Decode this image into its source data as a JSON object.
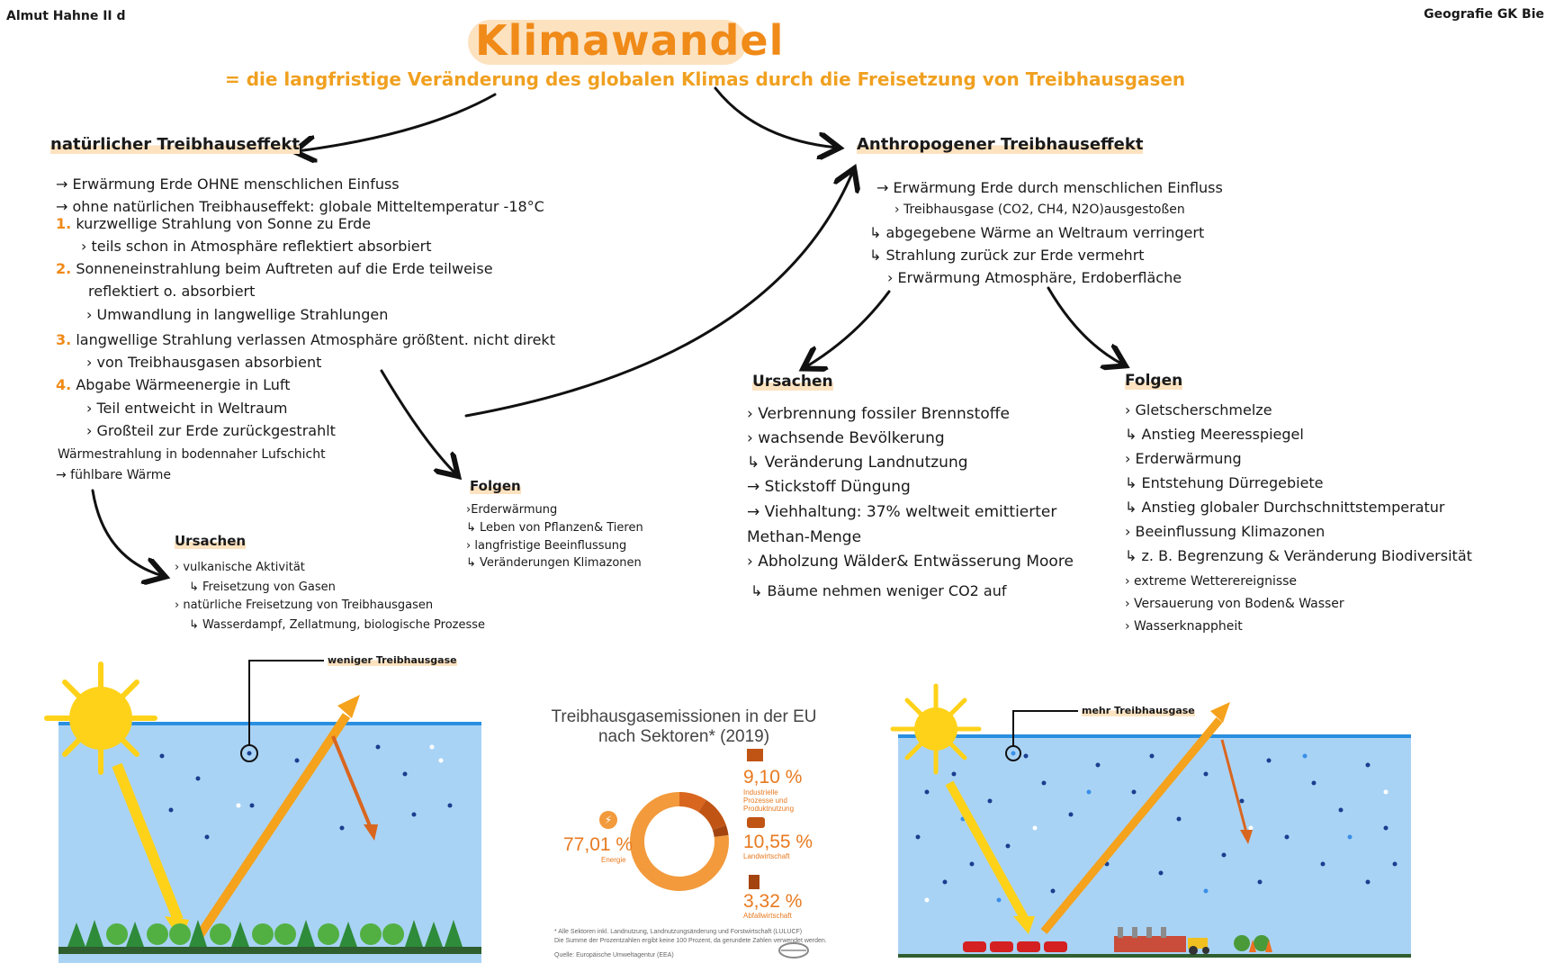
{
  "header": {
    "author": "Almut Hahne II d",
    "course": "Geografie GK Bie"
  },
  "title": "Klimawandel",
  "definition": "= die langfristige Veränderung des globalen Klimas durch die Freisetzung von Treibhausgasen",
  "natural": {
    "heading": "natürlicher Treibhauseffekt",
    "lines": [
      "→ Erwärmung Erde OHNE menschlichen Einfuss",
      "→ ohne natürlichen Treibhauseffekt: globale Mitteltemperatur -18°C",
      "kurzwellige Strahlung von Sonne zu Erde",
      "› teils schon in Atmosphäre reflektiert absorbiert",
      "Sonneneinstrahlung beim Auftreten auf die Erde teilweise",
      "reflektiert o. absorbiert",
      "› Umwandlung in langwellige Strahlungen",
      "langwellige Strahlung verlassen Atmosphäre größtent. nicht direkt",
      "› von Treibhausgasen absorbient",
      "Abgabe Wärmeenergie in Luft",
      "› Teil entweicht in Weltraum",
      "› Großteil zur Erde zurückgestrahlt",
      "Wärmestrahlung in bodennaher Lufschicht",
      "→ fühlbare Wärme"
    ],
    "nums": [
      "1.",
      "2.",
      "3.",
      "4."
    ],
    "ursachen": {
      "heading": "Ursachen",
      "lines": [
        "› vulkanische Aktivität",
        "↳ Freisetzung von Gasen",
        "› natürliche Freisetzung von Treibhausgasen",
        "↳ Wasserdampf, Zellatmung, biologische Prozesse"
      ]
    },
    "folgen": {
      "heading": "Folgen",
      "lines": [
        "›Erderwärmung",
        "↳ Leben von Pflanzen& Tieren",
        "› langfristige Beeinflussung",
        "↳ Veränderungen Klimazonen"
      ]
    }
  },
  "anthro": {
    "heading": "Anthropogener Treibhauseffekt",
    "lines": [
      "→ Erwärmung Erde durch menschlichen Einfluss",
      "› Treibhausgase (CO2, CH4, N2O)ausgestoßen",
      "↳ abgegebene Wärme an Weltraum verringert",
      "↳ Strahlung zurück zur Erde vermehrt",
      "› Erwärmung Atmosphäre, Erdoberfläche"
    ],
    "ursachen": {
      "heading": "Ursachen",
      "lines": [
        "› Verbrennung fossiler Brennstoffe",
        "› wachsende Bevölkerung",
        "↳ Veränderung Landnutzung",
        "→ Stickstoff Düngung",
        "→ Viehhaltung: 37% weltweit emittierter",
        "Methan-Menge",
        "› Abholzung Wälder& Entwässerung Moore",
        "↳ Bäume nehmen weniger CO2 auf"
      ]
    },
    "folgen": {
      "heading": "Folgen",
      "lines": [
        "› Gletscherschmelze",
        "↳ Anstieg Meeresspiegel",
        "› Erderwärmung",
        "↳ Entstehung Dürregebiete",
        "↳ Anstieg globaler Durchschnittstemperatur",
        "› Beeinflussung Klimazonen",
        "↳ z. B. Begrenzung & Veränderung Biodiversität",
        "› extreme Wetterereignisse",
        "› Versauerung von Boden& Wasser",
        "› Wasserknappheit"
      ]
    }
  },
  "diagrams": {
    "left_label": "weniger Treibhausgase",
    "right_label": "mehr Treibhausgase"
  },
  "chart_data": {
    "type": "pie",
    "title": "Treibhausgasemissionen in der EU nach Sektoren* (2019)",
    "categories": [
      "Energie",
      "Industrielle Prozesse und Produktnutzung",
      "Landwirtschaft",
      "Abfallwirtschaft"
    ],
    "values": [
      77.01,
      9.1,
      10.55,
      3.32
    ],
    "labels": [
      "77,01 %",
      "9,10 %",
      "10,55 %",
      "3,32 %"
    ],
    "colors": [
      "#f29a3c",
      "#d9661f",
      "#c05414",
      "#a3440e"
    ],
    "footnote1": "* Alle Sektoren inkl. Landnutzung, Landnutzungsänderung und Forstwirtschaft (LULUCF)",
    "footnote2": "Die Summe der Prozentzahlen ergibt keine 100 Prozent, da gerundete Zahlen verwendet werden.",
    "source": "Quelle: Europäische Umweltagentur (EEA)"
  }
}
